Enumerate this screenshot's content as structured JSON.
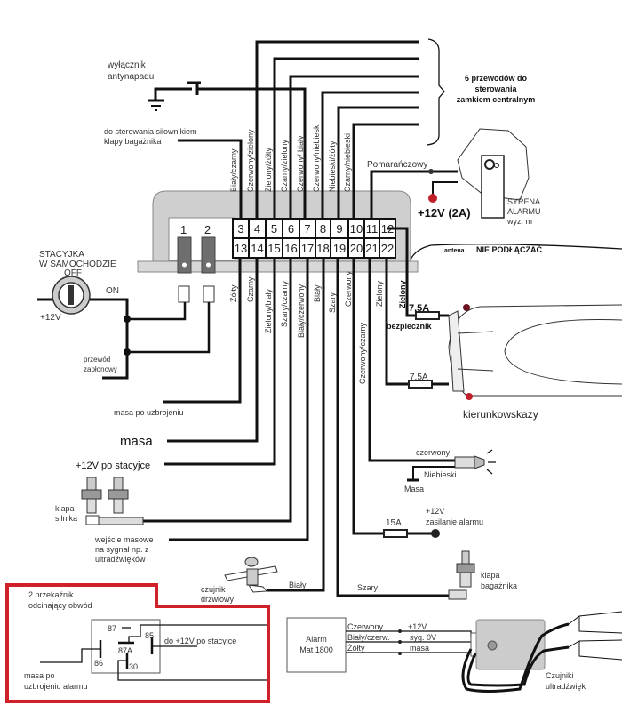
{
  "top_labels": {
    "anti_hijack": [
      "wyłącznik",
      "antynapadu"
    ],
    "trunk_actuator": [
      "do sterowania siłownikiem",
      "klapy bagażnika"
    ],
    "central_lock": [
      "6 przewodów do",
      "sterowania",
      "zamkiem centralnym"
    ],
    "orange": "Pomarańczowy",
    "plus12_2a": "+12V (2A)",
    "siren": [
      "SYRENA",
      "ALARMU",
      "wyz. m"
    ],
    "antenna": "antena",
    "antenna_warn": "NIE PODŁĄCZAĆ"
  },
  "top_wire_colors": [
    "Biały/czarny",
    "Czerwony/zielony",
    "Zielony/żółty",
    "Czarny/zielony",
    "Czerwony/ biały",
    "Czerwony/niebieski",
    "Niebieski/żółty",
    "Czarny/niebieski"
  ],
  "pins_top": [
    "3",
    "4",
    "5",
    "6",
    "7",
    "8",
    "9",
    "10",
    "11",
    "12"
  ],
  "pins_bottom": [
    "13",
    "14",
    "15",
    "16",
    "17",
    "18",
    "19",
    "20",
    "21",
    "22"
  ],
  "connector_labels": [
    "1",
    "2"
  ],
  "bottom_wire_colors": [
    "Żółty",
    "Czarny",
    "Zielony/biały",
    "Szary/czarny",
    "Biały/czerwony",
    "Biały",
    "Szary",
    "Czerwony",
    "Czerwony/czarny",
    "Zielony"
  ],
  "ignition": {
    "title": [
      "STACYJKA",
      "W SAMOCHODZIE"
    ],
    "off": "OFF",
    "on": "ON",
    "plus12": "+12V",
    "wire": [
      "przewód",
      "zapłonowy"
    ]
  },
  "left_labels": {
    "armed_ground": "masa po uzbrojeniu",
    "ground": "masa",
    "plus12_ign": "+12V po stacyjce",
    "hood": [
      "klapa",
      "silnika"
    ],
    "ground_input": [
      "wejście masowe",
      "na sygnał np. z",
      "ultradźwięków"
    ],
    "door_sensor": [
      "czujnik",
      "drzwiowy"
    ],
    "white": "Biały",
    "grey": "Szary"
  },
  "right_labels": {
    "green": "Zielony",
    "fuse1": "7,5A",
    "fuse_word": "bezpiecznik",
    "fuse2": "7,5A",
    "indicators": "kierunkowskazy",
    "red": "czerwony",
    "blue": "Niebieski",
    "ground": "Masa",
    "fuse3": "15A",
    "supply": [
      "+12V",
      "zasilanie alarmu"
    ],
    "trunk": [
      "klapa",
      "bagażnika"
    ]
  },
  "relay_box": {
    "title": [
      "2 przekaźnik",
      "odcinający obwód"
    ],
    "pins": [
      "87",
      "85",
      "87A",
      "86",
      "30"
    ],
    "to_ign": "do +12V po stacyjce",
    "armed": [
      "masa po",
      "uzbrojeniu alarmu"
    ],
    "border_color": "#d0202a"
  },
  "ultrasonic": {
    "alarm": [
      "Alarm",
      "Mat 1800"
    ],
    "wires": [
      "Czerwony",
      "Biały/czerw.",
      "Żółty"
    ],
    "signals": [
      "+12V",
      "syg. 0V",
      "masa"
    ],
    "sensors": [
      "Czujniki",
      "ultradźwięk"
    ]
  }
}
